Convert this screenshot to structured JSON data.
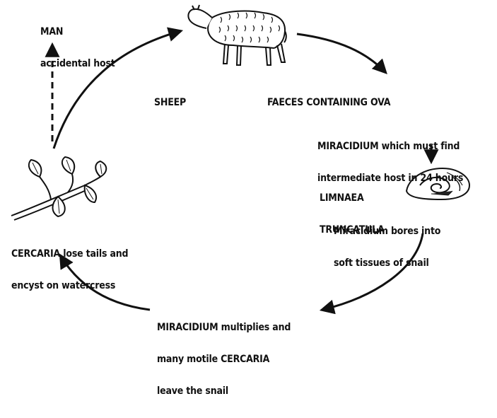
{
  "diagram": {
    "man": {
      "title": "MAN",
      "subtitle": "accidental host"
    },
    "sheep": {
      "label": "SHEEP"
    },
    "faeces": {
      "label": "FAECES CONTAINING OVA"
    },
    "miracidium_find": {
      "line1": "MIRACIDIUM which must find",
      "line2": "intermediate host in 24 hours"
    },
    "snail": {
      "line1": "LIMNAEA",
      "line2": "TRUNCATULA"
    },
    "bores": {
      "line1": "Miracidium bores into",
      "line2": "soft tissues of snail"
    },
    "multiplies": {
      "line1": "MIRACIDIUM multiplies and",
      "line2": "many motile CERCARIA",
      "line3": "leave the snail"
    },
    "cercaria": {
      "line1": "CERCARIA lose tails and",
      "line2": "encyst on watercress"
    }
  },
  "colors": {
    "ink": "#111111",
    "background": "#ffffff"
  }
}
